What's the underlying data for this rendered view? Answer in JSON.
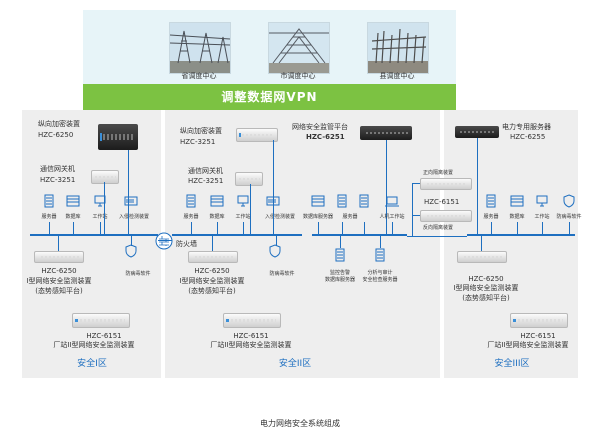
{
  "top": {
    "dispatch": [
      "省调度中心",
      "市调度中心",
      "县调度中心"
    ],
    "vpn": "调整数据网VPN"
  },
  "zone1": {
    "crypto": [
      "纵向加密装置",
      "HZC-6250"
    ],
    "gateway": [
      "通信网关机",
      "HZC-3251"
    ],
    "icons": [
      "服务器",
      "数据库",
      "工作站",
      "入侵检测装置"
    ],
    "antivirus": "防病毒软件",
    "firewall": "防火墙",
    "monitor": [
      "HZC-6250",
      "I型网络安全监测装置",
      "(态势感知平台)"
    ],
    "plant": [
      "HZC-6151",
      "厂站II型网络安全监测装置"
    ],
    "zone": "安全I区"
  },
  "zone2": {
    "crypto": [
      "纵向加密装置",
      "HZC-3251"
    ],
    "gateway": [
      "通信网关机",
      "HZC-3251"
    ],
    "icons": [
      "服务器",
      "数据库",
      "工作站",
      "入侵检测装置"
    ],
    "antivirus": "防病毒软件",
    "monitor": [
      "HZC-6250",
      "I型网络安全监测装置",
      "(态势感知平台)"
    ],
    "plant": [
      "HZC-6151",
      "厂站II型网络安全监测装置"
    ],
    "zone": "安全II区",
    "platform": [
      "网络安全监管平台",
      "HZC-6251"
    ],
    "mid_icons": [
      "数据库",
      "服务器",
      "服务器"
    ],
    "mid_labels": [
      "数据库服务器",
      "服务器",
      "人机工作站"
    ],
    "mid_labels_short": [
      "数据库服务器",
      "服务器"
    ],
    "audit": [
      "监控告警",
      "数据库服务器"
    ],
    "audit2": [
      "分析与审计",
      "安全检查服务器"
    ],
    "workstation": "人机工作站"
  },
  "isolation": {
    "forward": "正向隔离装置",
    "model": "HZC-6151",
    "reverse": "反向隔离装置"
  },
  "zone3": {
    "server": [
      "电力专用服务器",
      "HZC-6255"
    ],
    "icons": [
      "服务器",
      "数据库",
      "工作站",
      "防病毒软件"
    ],
    "monitor": [
      "HZC-6250",
      "I型网络安全监测装置",
      "(态势感知平台)"
    ],
    "plant": [
      "HZC-6151",
      "厂站II型网络安全监测装置"
    ],
    "zone": "安全III区"
  },
  "caption": "电力网络安全系统组成",
  "colors": {
    "vpn": "#7cc242",
    "accent": "#1e6fc0",
    "zone_bg": "#eeeeee",
    "band_bg": "#e7f4f8"
  }
}
